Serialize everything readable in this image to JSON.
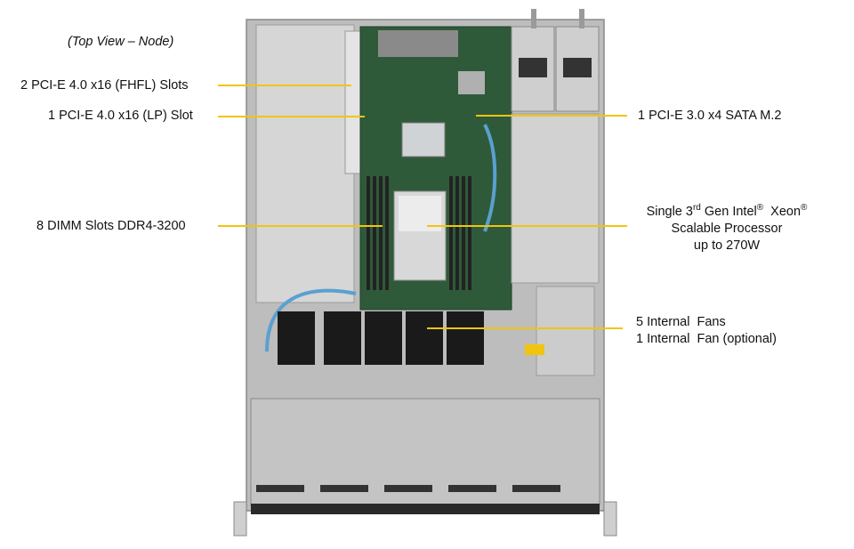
{
  "header": {
    "view_title": "(Top View – Node)"
  },
  "callouts": {
    "pcie_fhfl": "2 PCI-E 4.0 x16 (FHFL) Slots",
    "pcie_lp": "1 PCI-E 4.0 x16 (LP) Slot",
    "dimm": "8 DIMM Slots DDR4-3200",
    "m2": "1 PCI-E 3.0 x4 SATA M.2",
    "cpu_line1_a": "Single 3",
    "cpu_line1_sup1": "rd",
    "cpu_line1_b": " Gen Intel",
    "cpu_line1_sup2": "®",
    "cpu_line1_c": "  Xeon",
    "cpu_line1_sup3": "®",
    "cpu_line2": "Scalable Processor",
    "cpu_line3": "up to 270W",
    "fans_line1": "5 Internal  Fans",
    "fans_line2": "1 Internal  Fan (optional)"
  },
  "colors": {
    "callout_line": "#f2c40f",
    "chassis": "#c9c9c9",
    "board": "#2f5a3a"
  }
}
